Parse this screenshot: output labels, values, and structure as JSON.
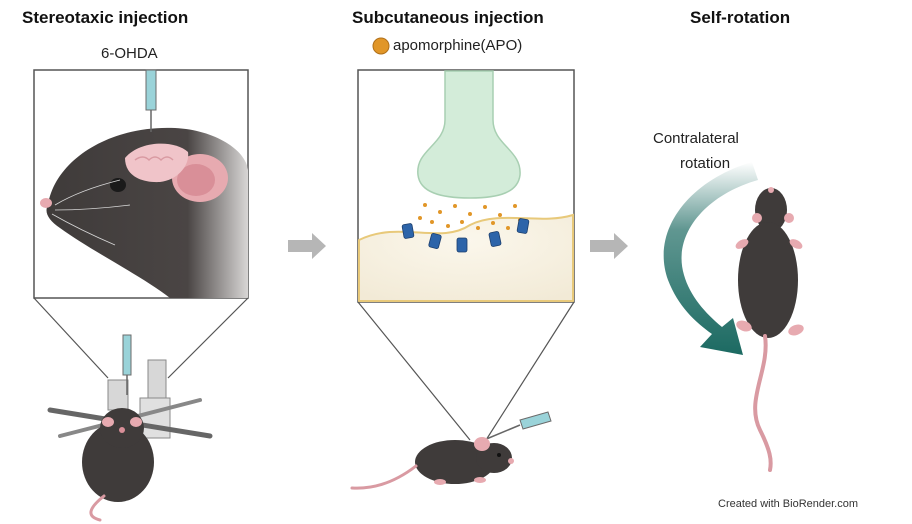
{
  "panels": [
    {
      "title": "Stereotaxic injection",
      "label": "6-OHDA"
    },
    {
      "title": "Subcutaneous injection",
      "label": "apomorphine(APO)"
    },
    {
      "title": "Self-rotation",
      "label_line1": "Contralateral",
      "label_line2": "rotation"
    }
  ],
  "credit": "Created with BioRender.com",
  "colors": {
    "mouse_body": "#3f3b3a",
    "mouse_pink": "#e7aab0",
    "brain": "#f0c4c9",
    "syringe": "#9ad3d9",
    "neuron": "#d3ecd9",
    "tissue": "#f7f1e2",
    "drug_dot": "#e19628",
    "receptor": "#2d64a9",
    "arrow_gray": "#b6b6b6",
    "rotation_arrow": "#1c6a62"
  }
}
